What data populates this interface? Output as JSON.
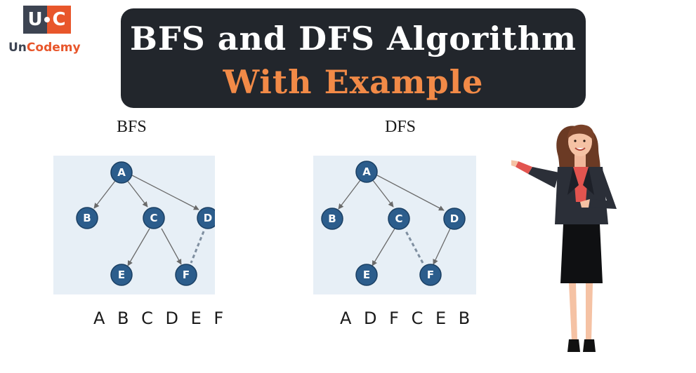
{
  "logo": {
    "badge_left": "U",
    "badge_right": "C",
    "text_part1": "Un",
    "text_part2": "Codemy"
  },
  "title": {
    "line1": "BFS and DFS Algorithm",
    "line2": "With Example"
  },
  "bfs": {
    "label": "BFS",
    "nodes": [
      "A",
      "B",
      "C",
      "D",
      "E",
      "F"
    ],
    "order": "A B C D E F"
  },
  "dfs": {
    "label": "DFS",
    "nodes": [
      "A",
      "B",
      "C",
      "D",
      "E",
      "F"
    ],
    "order": "A D F C E B"
  },
  "colors": {
    "banner_bg": "#22262c",
    "title_white": "#ffffff",
    "title_orange": "#f28a47",
    "node_fill": "#2c5d8c",
    "panel_bg": "#e7eff6",
    "logo_dark": "#3d4452",
    "logo_orange": "#e8562b"
  }
}
